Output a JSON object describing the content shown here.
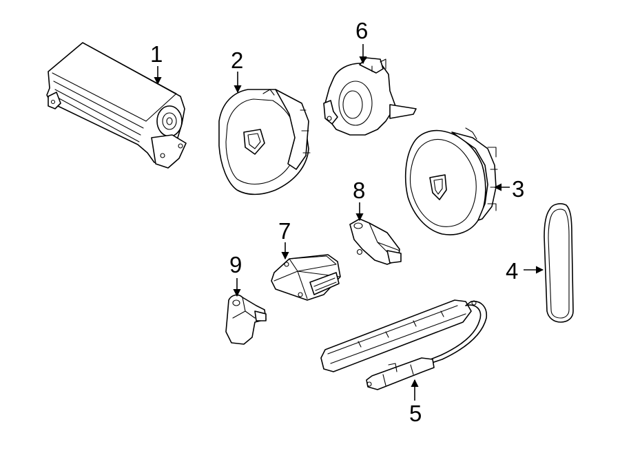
{
  "diagram": {
    "callouts": [
      {
        "id": "1",
        "label": "1"
      },
      {
        "id": "2",
        "label": "2"
      },
      {
        "id": "3",
        "label": "3"
      },
      {
        "id": "4",
        "label": "4"
      },
      {
        "id": "5",
        "label": "5"
      },
      {
        "id": "6",
        "label": "6"
      },
      {
        "id": "7",
        "label": "7"
      },
      {
        "id": "8",
        "label": "8"
      },
      {
        "id": "9",
        "label": "9"
      }
    ],
    "colors": {
      "line": "#000000",
      "fill": "#ffffff",
      "background": "#ffffff"
    }
  }
}
